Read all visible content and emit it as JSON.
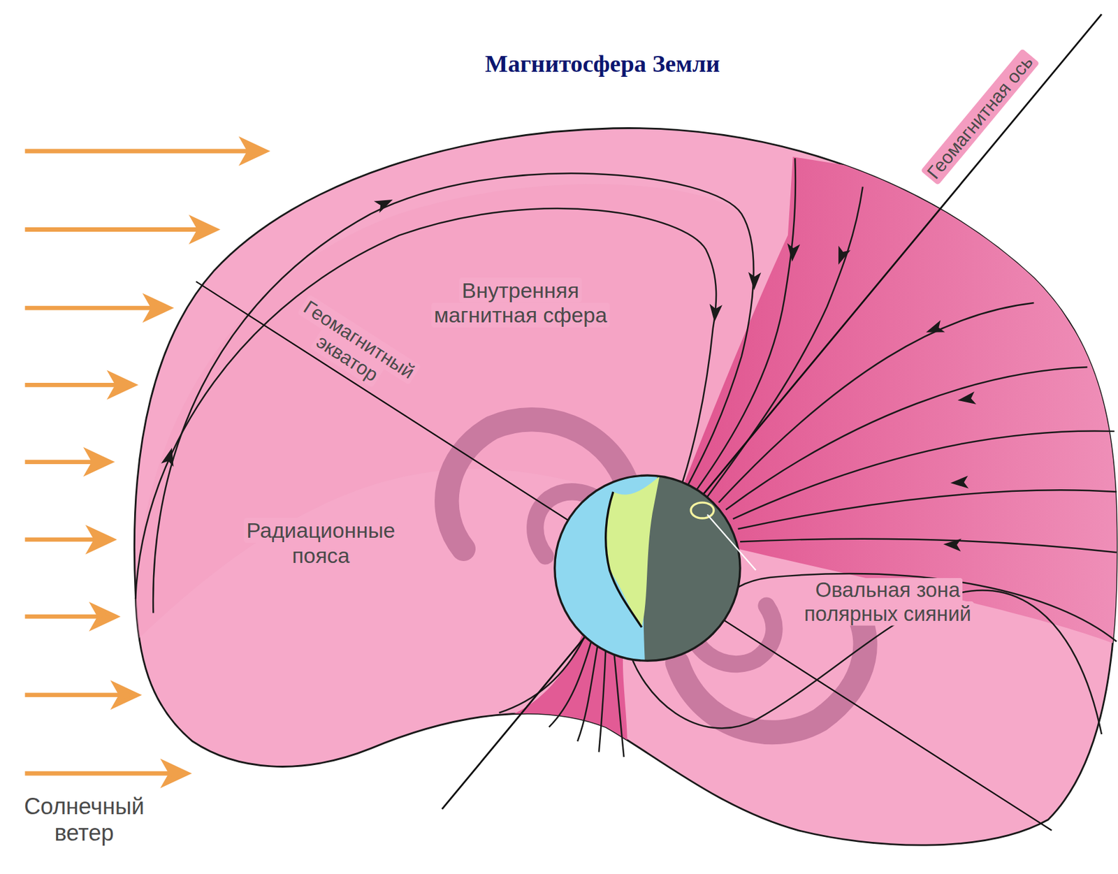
{
  "diagram": {
    "title": "Магнитосфера Земли",
    "labels": [
      "Геомагнитная ось",
      "Внутренняя магнитная сфера",
      "Геомагнитный экватор",
      "Радиационные пояса",
      "Овальная зона полярных сияний",
      "Солнечный ветер"
    ]
  }
}
